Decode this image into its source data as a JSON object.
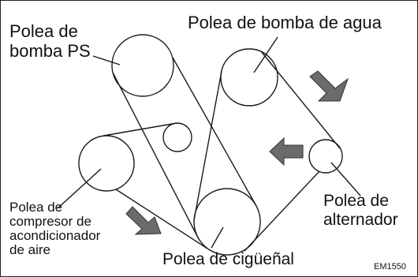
{
  "labels": {
    "ps_pulley": [
      "Polea de",
      "bomba PS"
    ],
    "water_pump_pulley": "Polea de bomba de agua",
    "alternator_pulley": [
      "Polea de",
      "alternador"
    ],
    "ac_compressor_pulley": [
      "Polea de",
      "compresor de",
      "acondicionador",
      "de aire"
    ],
    "crankshaft_pulley": "Polea de cigüeñal",
    "figure_code": "EM1550"
  },
  "colors": {
    "line": "#1a1a1a",
    "arrow_fill": "#6b6b6b",
    "background": "#ffffff"
  }
}
